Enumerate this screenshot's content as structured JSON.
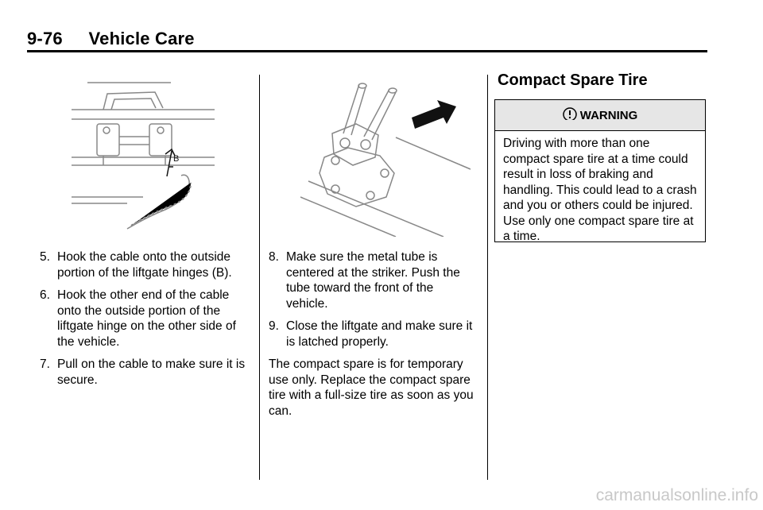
{
  "header": {
    "page_number": "9-76",
    "section_title": "Vehicle Care"
  },
  "left_column": {
    "figure_label": "B",
    "steps": [
      {
        "num": "5.",
        "text": "Hook the cable onto the outside portion of the liftgate hinges (B)."
      },
      {
        "num": "6.",
        "text": "Hook the other end of the cable onto the outside portion of the liftgate hinge on the other side of the vehicle."
      },
      {
        "num": "7.",
        "text": "Pull on the cable to make sure it is secure."
      }
    ]
  },
  "middle_column": {
    "steps": [
      {
        "num": "8.",
        "text": "Make sure the metal tube is centered at the striker. Push the tube toward the front of the vehicle."
      },
      {
        "num": "9.",
        "text": "Close the liftgate and make sure it is latched properly."
      }
    ],
    "paragraph": "The compact spare is for temporary use only. Replace the compact spare tire with a full-size tire as soon as you can."
  },
  "right_column": {
    "heading": "Compact Spare Tire",
    "warning": {
      "icon": "warning-triangle-icon",
      "label": "WARNING",
      "text": "Driving with more than one compact spare tire at a time could result in loss of braking and handling. This could lead to a crash and you or others could be injured. Use only one compact spare tire at a time."
    }
  },
  "watermark": "carmanualsonline.info"
}
